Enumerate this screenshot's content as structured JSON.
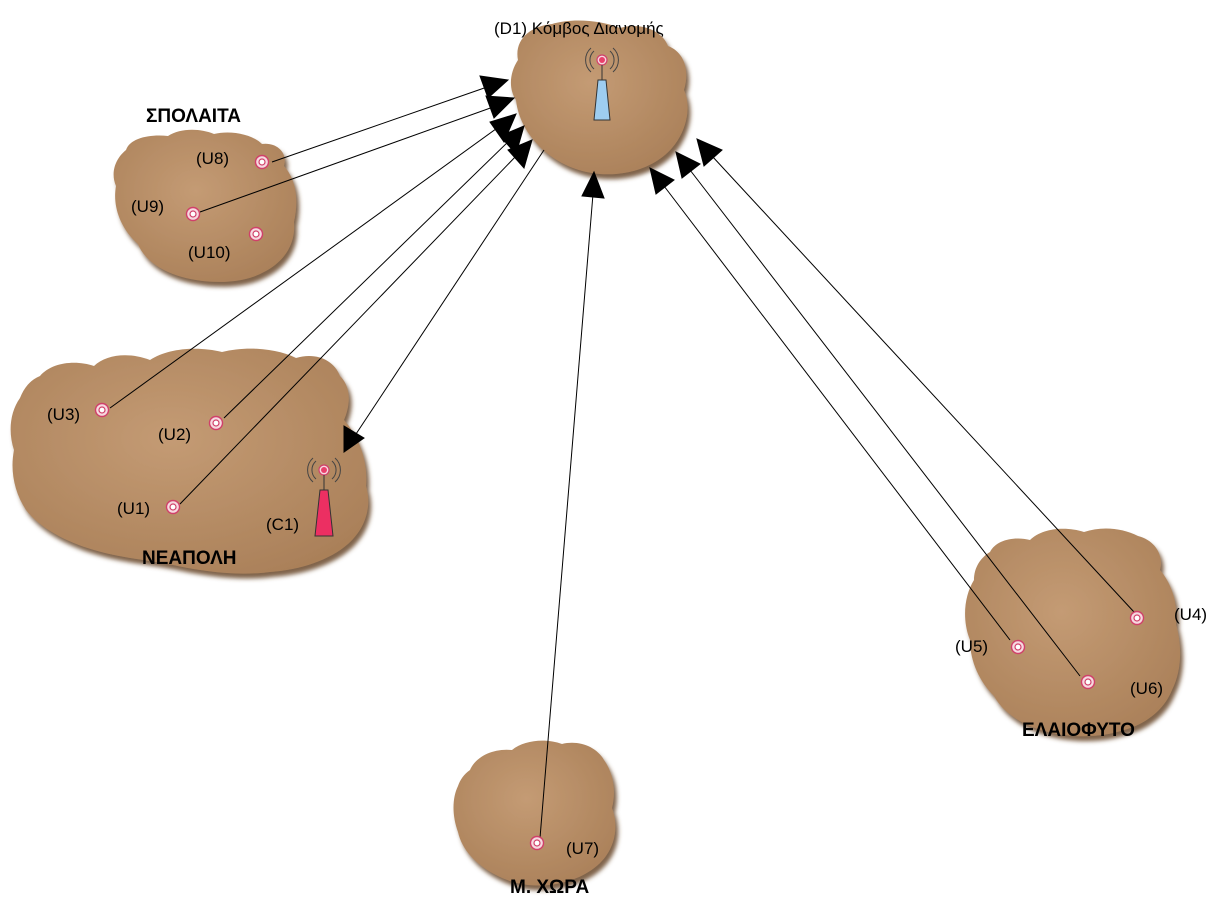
{
  "distribution_node": {
    "label": "(D1) Κόμβος Διανομής"
  },
  "central_node": {
    "label": "(C1)"
  },
  "regions": {
    "spolaita": "ΣΠΟΛΑΙΤΑ",
    "neapoli": "ΝΕΑΠΟΛΗ",
    "elaiofyto": "ΕΛΑΙΟΦΥΤΟ",
    "m_chora": "Μ. ΧΩΡΑ"
  },
  "users": {
    "u1": "(U1)",
    "u2": "(U2)",
    "u3": "(U3)",
    "u4": "(U4)",
    "u5": "(U5)",
    "u6": "(U6)",
    "u7": "(U7)",
    "u8": "(U8)",
    "u9": "(U9)",
    "u10": "(U10)"
  },
  "links": [
    {
      "from": "U8",
      "to": "D1"
    },
    {
      "from": "U9",
      "to": "D1"
    },
    {
      "from": "U3",
      "to": "D1"
    },
    {
      "from": "U2",
      "to": "D1"
    },
    {
      "from": "U1",
      "to": "D1"
    },
    {
      "from": "D1",
      "to": "C1"
    },
    {
      "from": "U7",
      "to": "D1"
    },
    {
      "from": "U5",
      "to": "D1"
    },
    {
      "from": "U6",
      "to": "D1"
    },
    {
      "from": "U4",
      "to": "D1"
    }
  ],
  "colors": {
    "land": "#b98f68",
    "land_shadow": "#7a5534",
    "node": "#e9406b",
    "d1_tower": "#9ecdf0",
    "c1_tower": "#ec2f62"
  }
}
